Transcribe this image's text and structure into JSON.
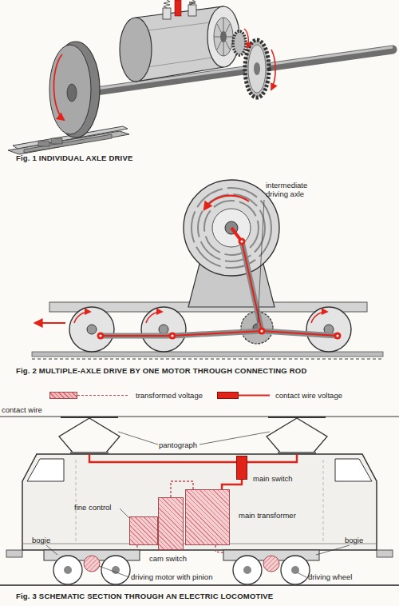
{
  "diagram": {
    "nodes": [
      {
        "text": [
          "main switch"
        ]
      },
      {
        "text": [
          "main transformer"
        ]
      },
      {
        "text": [
          "cam switch"
        ]
      },
      {
        "text": [
          "fine control"
        ]
      }
    ],
    "edges": [
      {
        "from": 0,
        "to": 1,
        "arrow": "none"
      },
      {
        "from": 1,
        "to": 2,
        "arrow": "none"
      }
    ],
    "labels": [
      "Fig. 1 INDIVIDUAL AXLE DRIVE",
      "intermediate driving axle",
      "Fig. 2 MULTIPLE-AXLE DRIVE BY ONE MOTOR THROUGH CONNECTING ROD",
      "contact wire",
      "pantograph",
      "bogie",
      "bogie",
      "driving motor with pinion",
      "driving wheel",
      "Fig. 3 SCHEMATIC SECTION THROUGH AN ELECTRIC LOCOMOTIVE"
    ],
    "legend": [
      {
        "text": "transformed voltage",
        "color": "#f4b9bd"
      },
      {
        "text": "contact wire voltage",
        "color": "#e2231a"
      }
    ]
  }
}
